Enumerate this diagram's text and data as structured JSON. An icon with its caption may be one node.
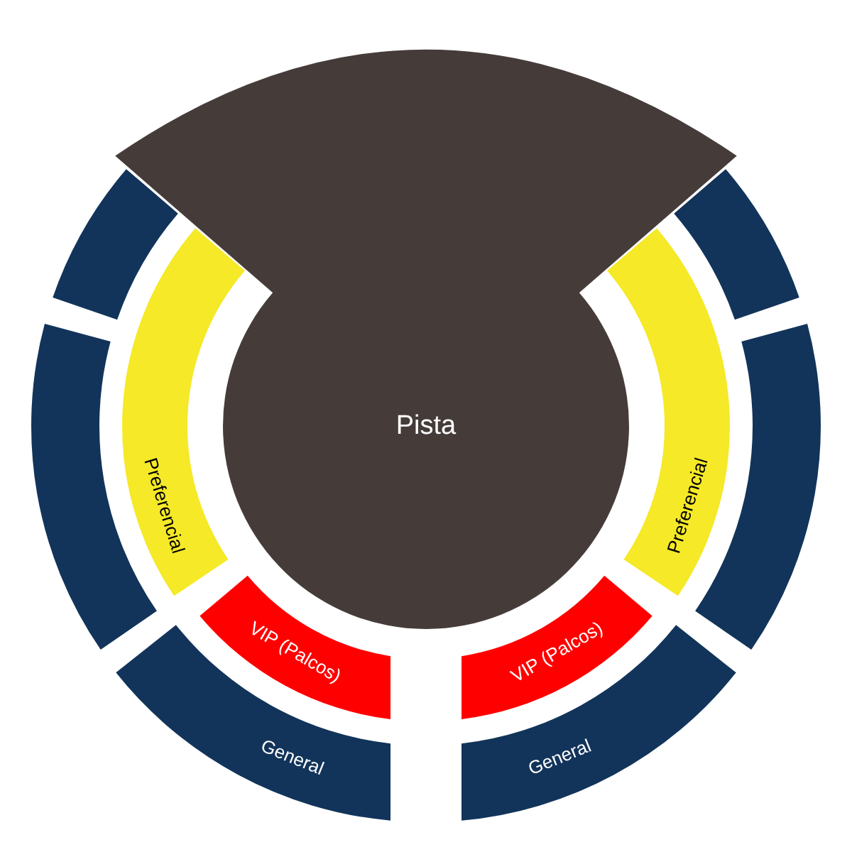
{
  "diagram": {
    "nodes": [
      {
        "text": [
          "Pista"
        ]
      },
      {
        "text": [],
        "shape": "band"
      },
      {
        "text": [],
        "shape": "band"
      },
      {
        "text": [
          "Preferencial"
        ]
      },
      {
        "text": [
          "Preferencial"
        ]
      },
      {
        "text": [],
        "shape": "band"
      },
      {
        "text": [],
        "shape": "band"
      },
      {
        "text": [
          "VIP (Palcos)"
        ]
      },
      {
        "text": [
          "VIP (Palcos)"
        ]
      },
      {
        "text": [
          "General"
        ]
      },
      {
        "text": [
          "General"
        ]
      }
    ]
  }
}
